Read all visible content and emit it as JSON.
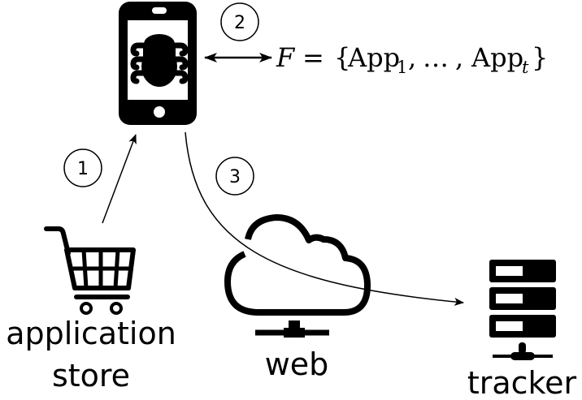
{
  "diagram": {
    "nodes": {
      "phone": {
        "label": "",
        "icon": "smartphone-with-bug-icon"
      },
      "store": {
        "label_line1": "application",
        "label_line2": "store",
        "icon": "shopping-cart-icon"
      },
      "web": {
        "label": "web",
        "icon": "cloud-network-icon"
      },
      "tracker": {
        "label": "tracker",
        "icon": "server-rack-icon"
      }
    },
    "formula": {
      "lhs": "F",
      "eq": "=",
      "open": "{",
      "app1": "App",
      "sub1": "1",
      "sep1": ",",
      "dots": "…",
      "sep2": ",",
      "appt": "App",
      "subt": "t",
      "close": "}"
    },
    "steps": [
      {
        "number": "1",
        "description": "install from application store to phone"
      },
      {
        "number": "2",
        "description": "phone relates to set F of apps"
      },
      {
        "number": "3",
        "description": "phone sends data via web to tracker"
      }
    ],
    "edges": [
      {
        "from": "store",
        "to": "phone",
        "step": "1"
      },
      {
        "from": "phone",
        "to": "formula",
        "step": "2",
        "bidirectional": true
      },
      {
        "from": "phone",
        "to": "tracker",
        "step": "3",
        "via": "web"
      }
    ]
  }
}
